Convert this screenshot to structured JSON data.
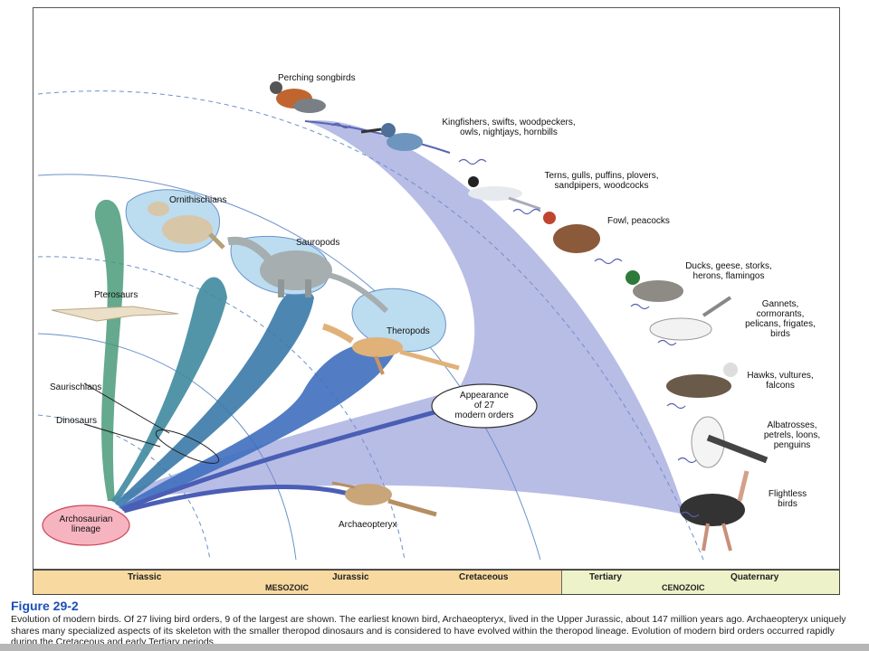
{
  "colors": {
    "bird_fan": "#7b86cf",
    "theropod_blue": "#3f6fbf",
    "saurischian_teal": "#4a90a0",
    "pterosaur_green": "#4a9a7a",
    "bubble": "#bcdcf0",
    "mesozoic_band": "#f8d9a0",
    "cenozoic_band": "#eef2c8",
    "archosaur_pink": "#f6b4c0",
    "caption_blue": "#1b4fb8"
  },
  "diagram": {
    "groups": {
      "ornithischians": "Ornithischians",
      "sauropods": "Sauropods",
      "pterosaurs": "Pterosaurs",
      "theropods": "Theropods",
      "saurischians": "Saurischians",
      "dinosaurs": "Dinosaurs",
      "archaeopteryx": "Archaeopteryx",
      "archosaurian_line1": "Archosaurian",
      "archosaurian_line2": "lineage",
      "appearance_line1": "Appearance",
      "appearance_line2": "of 27",
      "appearance_line3": "modern orders"
    },
    "bird_orders": [
      {
        "line1": "Perching songbirds",
        "line2": ""
      },
      {
        "line1": "Kingfishers, swifts, woodpeckers,",
        "line2": "owls, nightjays, hornbills"
      },
      {
        "line1": "Terns, gulls, puffins, plovers,",
        "line2": "sandpipers, woodcocks"
      },
      {
        "line1": "Fowl, peacocks",
        "line2": ""
      },
      {
        "line1": "Ducks, geese, storks,",
        "line2": "herons, flamingos"
      },
      {
        "line1": "Gannets,",
        "line2": "cormorants,",
        "line3": "pelicans, frigates,",
        "line4": "birds"
      },
      {
        "line1": "Hawks, vultures,",
        "line2": "falcons"
      },
      {
        "line1": "Albatrosses,",
        "line2": "petrels, loons,",
        "line3": "penguins"
      },
      {
        "line1": "Flightless",
        "line2": "birds"
      }
    ]
  },
  "timeline": {
    "periods": [
      "Triassic",
      "Jurassic",
      "Cretaceous",
      "Tertiary",
      "Quaternary"
    ],
    "eras": [
      "MESOZOIC",
      "CENOZOIC"
    ]
  },
  "caption": {
    "title": "Figure 29-2",
    "text": "Evolution of modern birds. Of 27 living bird orders, 9 of the largest are shown. The earliest known bird, Archaeopteryx, lived in the Upper Jurassic, about 147 million years ago. Archaeopteryx uniquely shares many specialized aspects of its skeleton with the smaller theropod dinosaurs and is considered to have evolved within the theropod lineage. Evolution of modern bird orders occurred rapidly during the Cretaceous and early Tertiary periods."
  }
}
